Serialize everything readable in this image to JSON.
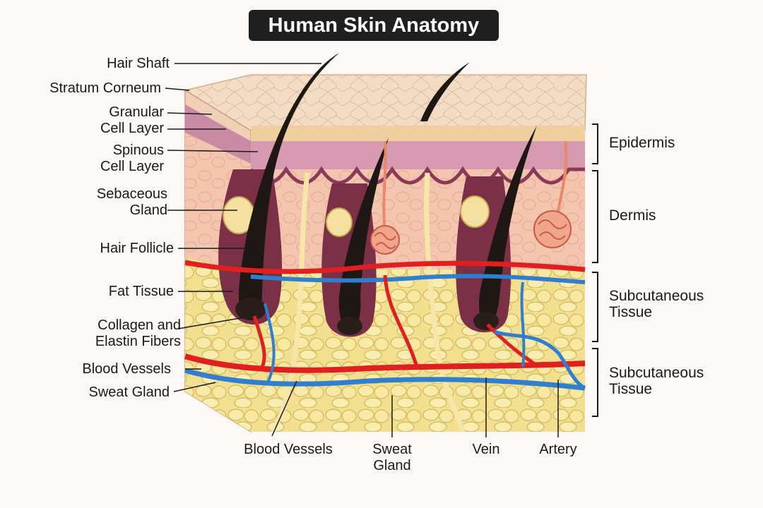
{
  "title": "Human Skin Anatomy",
  "left_labels": {
    "hair_shaft": "Hair Shaft",
    "stratum_corneum": "Stratum Corneum",
    "granular": [
      "Granular",
      "Cell Layer"
    ],
    "spinous": [
      "Spinous",
      "Cell Layer"
    ],
    "sebaceous": [
      "Sebaceous",
      "Gland"
    ],
    "hair_follicle": "Hair Follicle",
    "fat_tissue": "Fat Tissue",
    "collagen": [
      "Collagen and",
      "Elastin Fibers"
    ],
    "blood_vessels": "Blood Vessels",
    "sweat_gland": "Sweat Gland"
  },
  "bottom_labels": {
    "blood_vessels": "Blood Vessels",
    "sweat_gland": [
      "Sweat",
      "Gland"
    ],
    "vein": "Vein",
    "artery": "Artery"
  },
  "right_labels": {
    "epidermis": "Epidermis",
    "dermis": "Dermis",
    "subcutaneous_1": [
      "Subcutaneous",
      "Tissue"
    ],
    "subcutaneous_2": [
      "Subcutaneous",
      "Tissue"
    ]
  },
  "colors": {
    "title_bg": "#1f1f1f",
    "epidermis": "#f3dcc0",
    "spinous": "#d79ab0",
    "dermis": "#f4c2ac",
    "fat": "#f3e39a",
    "follicle": "#7b3048",
    "hair": "#1e1714",
    "artery": "#e02020",
    "vein": "#2f7fd0"
  }
}
